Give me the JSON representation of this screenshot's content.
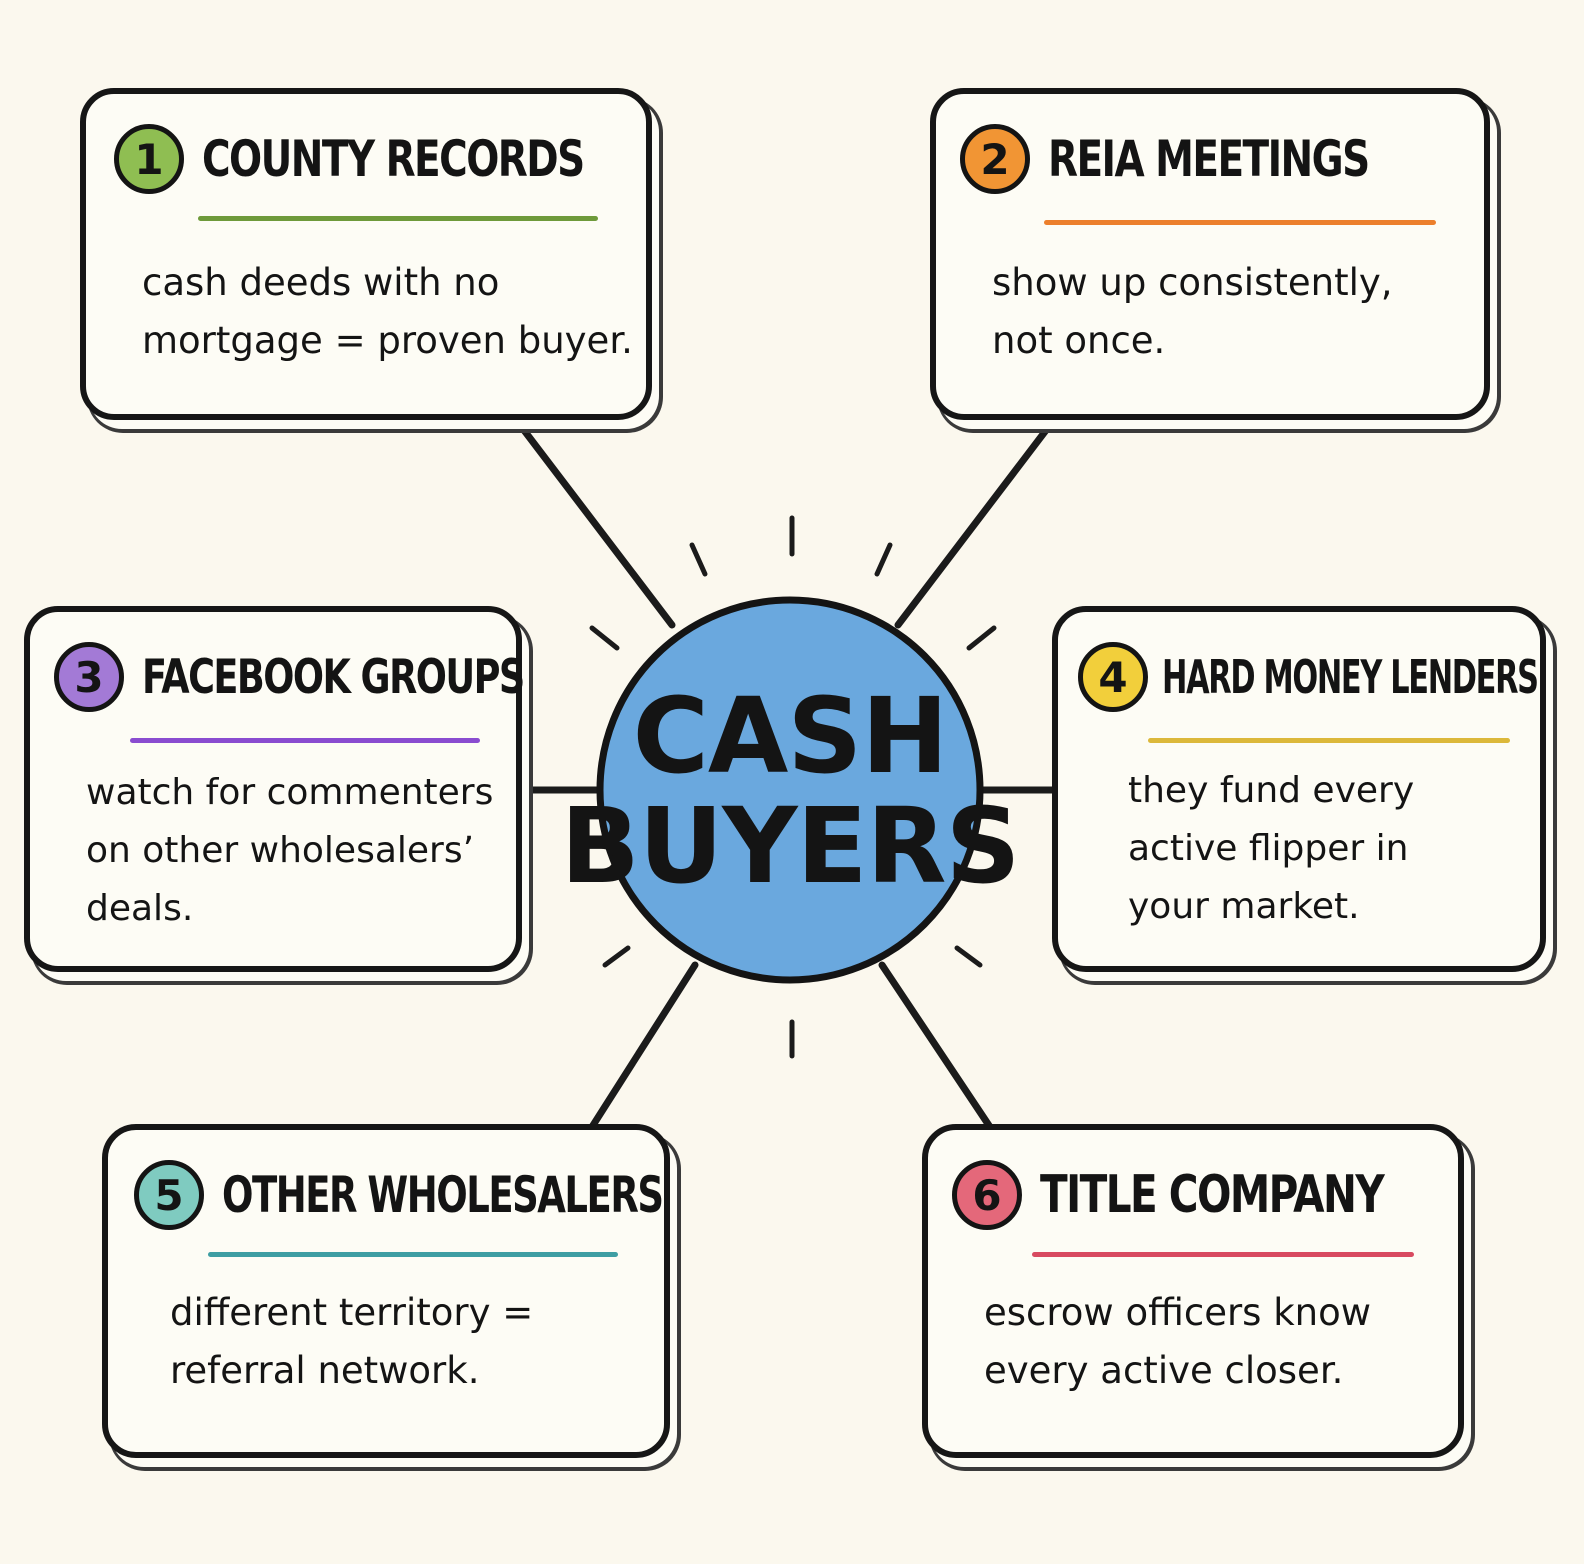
{
  "hub": {
    "line1": "CASH",
    "line2": "BUYERS",
    "color": "#6aa8de"
  },
  "cards": [
    {
      "number": "1",
      "title": "COUNTY RECORDS",
      "body": "cash deeds with no\nmortgage = proven buyer.",
      "color": "#8fbe52",
      "underline_color": "#6e9a3a"
    },
    {
      "number": "2",
      "title": "REIA MEETINGS",
      "body": "show up consistently,\nnot once.",
      "color": "#f19534",
      "underline_color": "#ec7f2c"
    },
    {
      "number": "3",
      "title": "FACEBOOK GROUPS",
      "body": "watch for commenters\non other wholesalers’\ndeals.",
      "color": "#a37ad6",
      "underline_color": "#8a4cd0"
    },
    {
      "number": "4",
      "title": "HARD MONEY LENDERS",
      "body": "they fund every\nactive flipper in\nyour market.",
      "color": "#f2cf3b",
      "underline_color": "#dcb83a"
    },
    {
      "number": "5",
      "title": "OTHER WHOLESALERS",
      "body": "different territory =\nreferral network.",
      "color": "#7fcbc0",
      "underline_color": "#3e9ea3"
    },
    {
      "number": "6",
      "title": "TITLE COMPANY",
      "body": "escrow officers know\nevery active closer.",
      "color": "#e4687a",
      "underline_color": "#d84a60"
    }
  ]
}
